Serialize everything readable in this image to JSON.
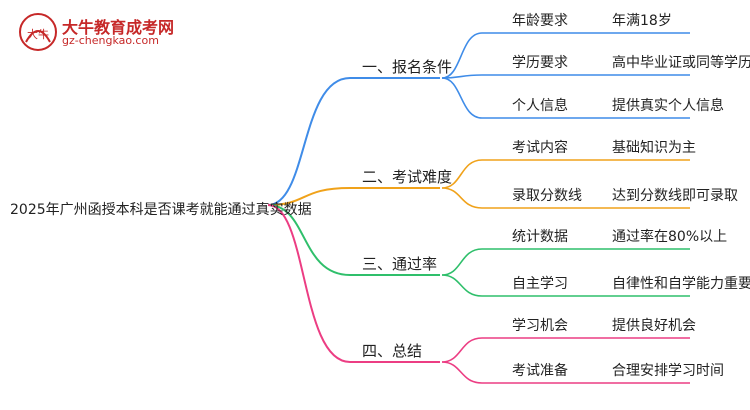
{
  "logo": {
    "title": "大牛教育成考网",
    "url": "gz-chengkao.com",
    "badge_text": "大牛",
    "badge_color": "#c62828"
  },
  "root": {
    "label": "2025年广州函授本科是否课考就能通过真实数据"
  },
  "branches": [
    {
      "label": "一、报名条件",
      "color": "#3f8ce8",
      "items": [
        {
          "key": "年龄要求",
          "value": "年满18岁"
        },
        {
          "key": "学历要求",
          "value": "高中毕业证或同等学历"
        },
        {
          "key": "个人信息",
          "value": "提供真实个人信息"
        }
      ]
    },
    {
      "label": "二、考试难度",
      "color": "#f0a21a",
      "items": [
        {
          "key": "考试内容",
          "value": "基础知识为主"
        },
        {
          "key": "录取分数线",
          "value": "达到分数线即可录取"
        }
      ]
    },
    {
      "label": "三、通过率",
      "color": "#2fbf6b",
      "items": [
        {
          "key": "统计数据",
          "value": "通过率在80%以上"
        },
        {
          "key": "自主学习",
          "value": "自律性和自学能力重要"
        }
      ]
    },
    {
      "label": "四、总结",
      "color": "#ec3d83",
      "items": [
        {
          "key": "学习机会",
          "value": "提供良好机会"
        },
        {
          "key": "考试准备",
          "value": "合理安排学习时间"
        }
      ]
    }
  ]
}
